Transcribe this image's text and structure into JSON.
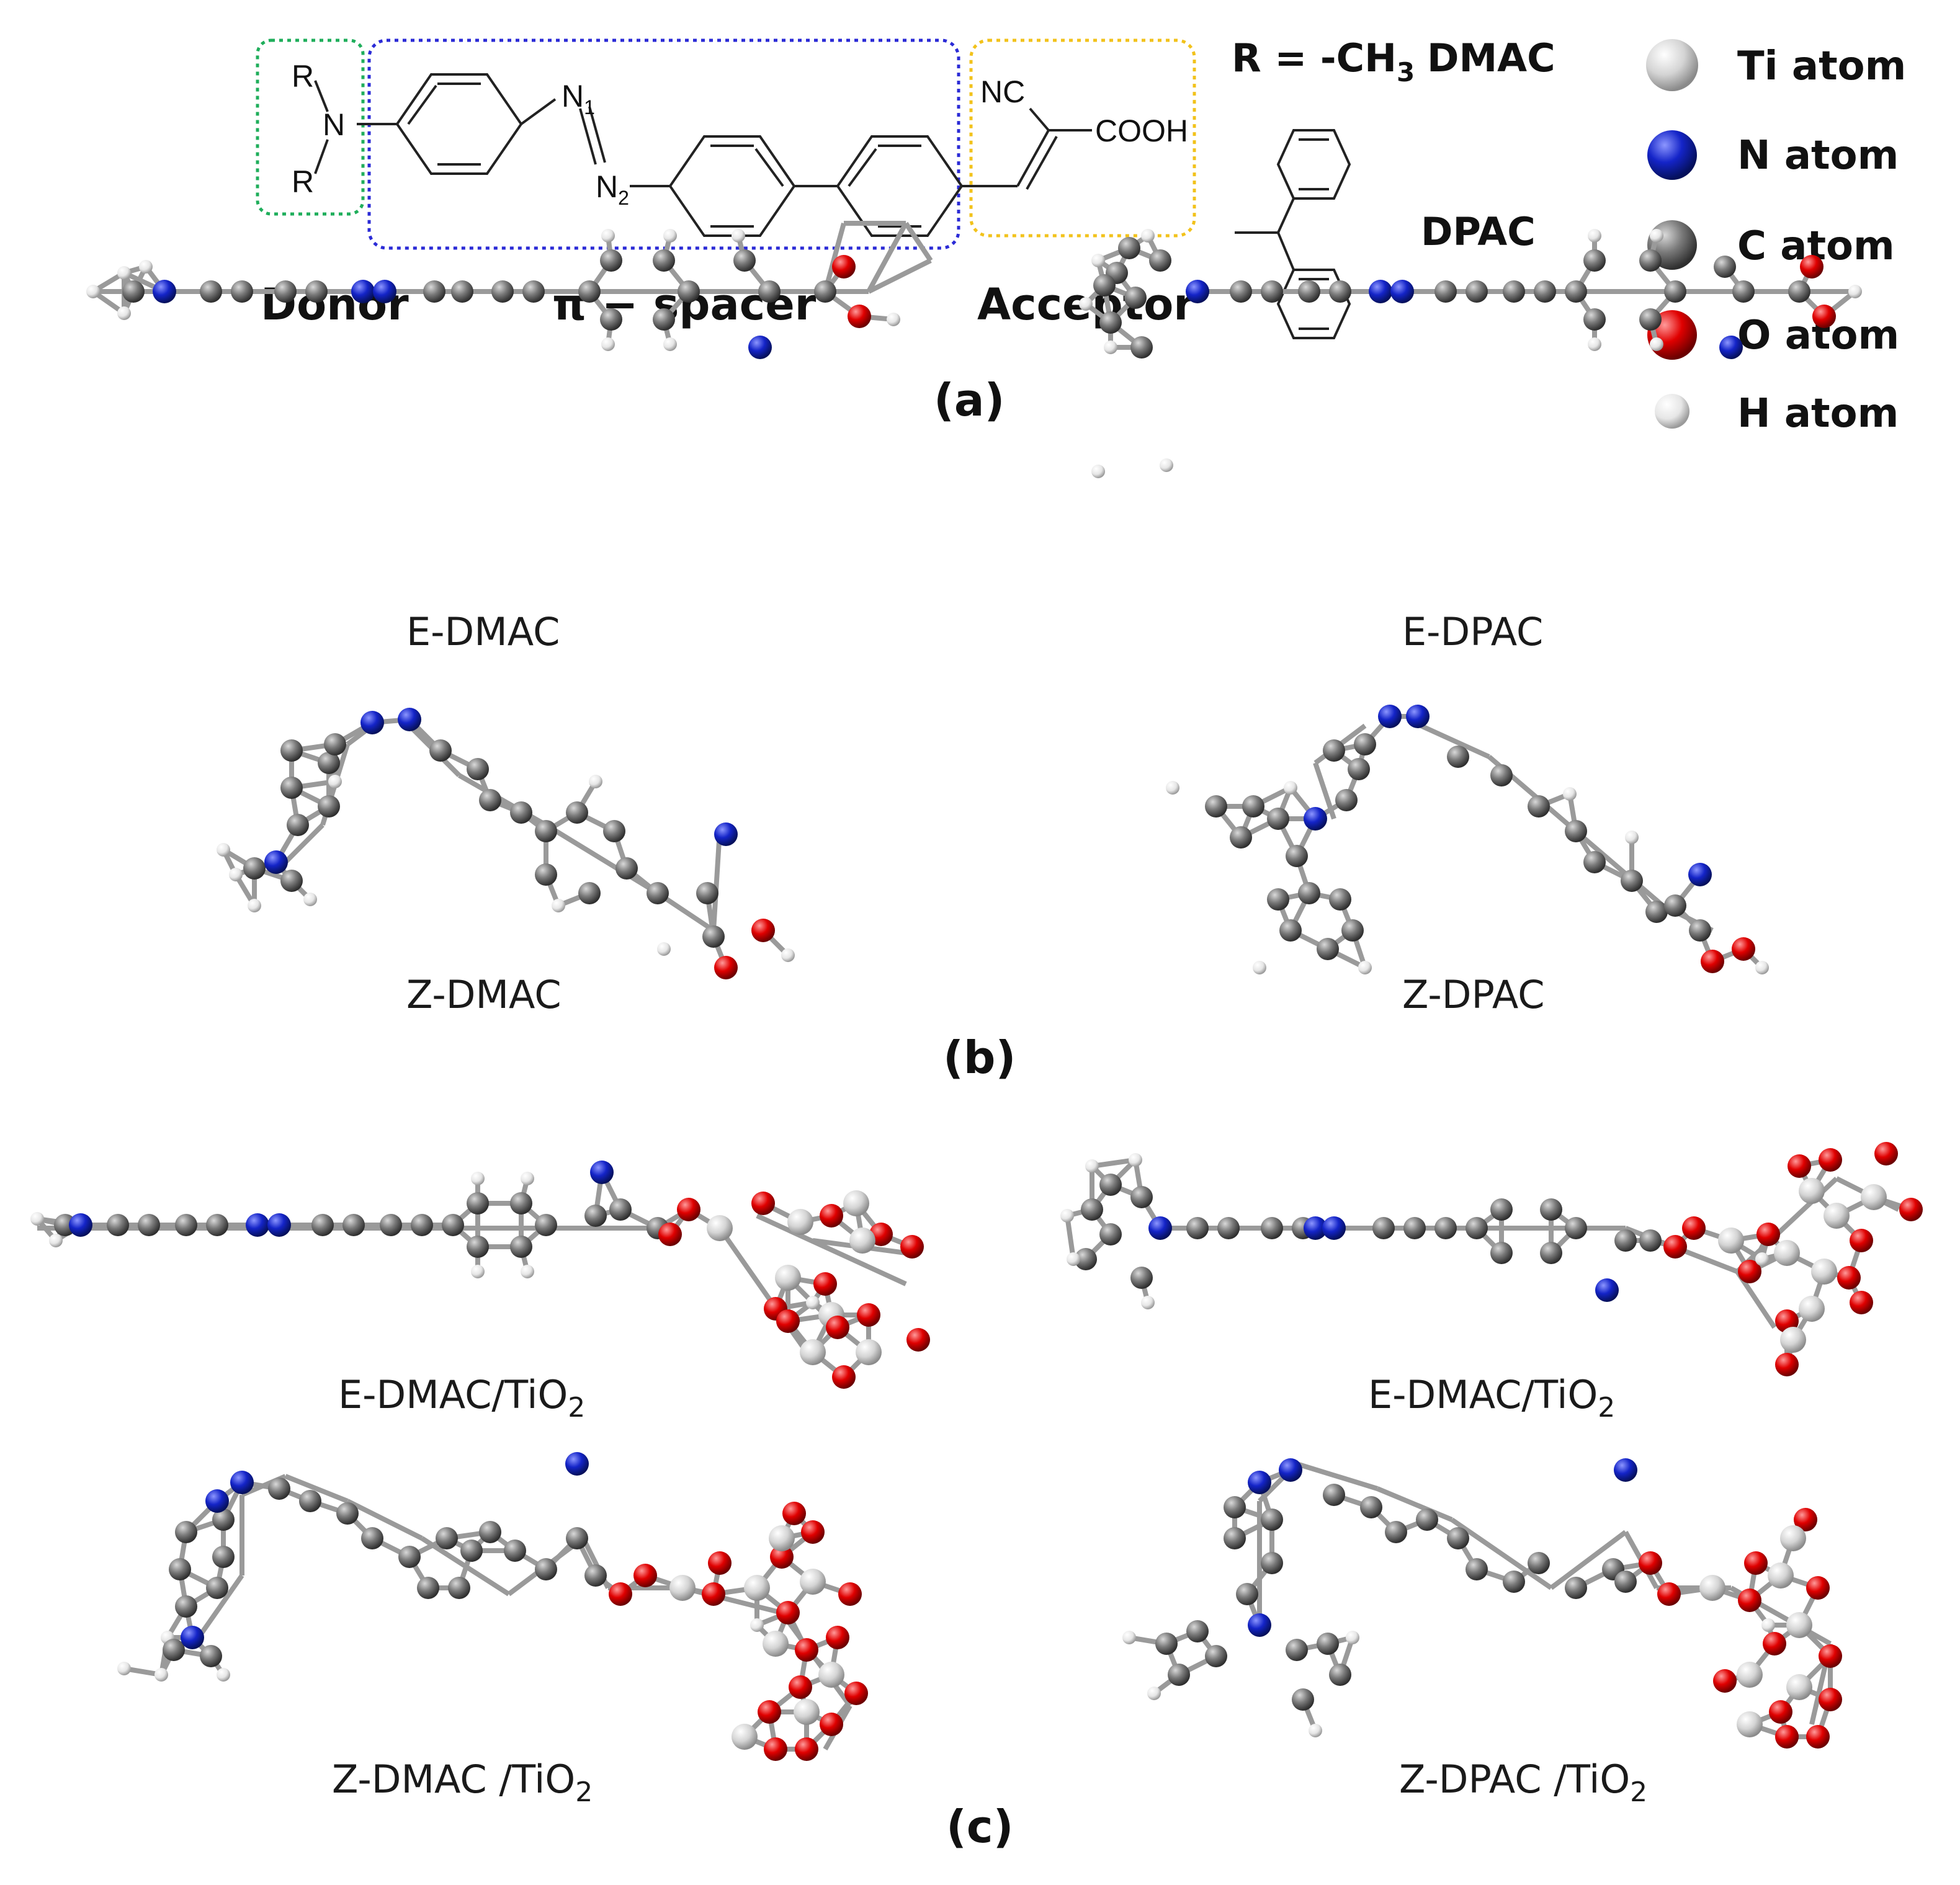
{
  "panel_a": {
    "label": "(a)",
    "donor_label": "Donor",
    "spacer_label": "π − spacer",
    "acceptor_label": "Acceptor",
    "structure_text": {
      "r_top": "R",
      "r_bottom": "R",
      "n": "N",
      "n1": "N",
      "n1_sub": "1",
      "n2": "N",
      "n2_sub": "2",
      "nc": "NC",
      "cooh": "COOH"
    },
    "substituents": {
      "r_def_prefix": "R = -CH",
      "r_def_sub": "3",
      "dmac": "DMAC",
      "dpac": "DPAC"
    },
    "box_colors": {
      "donor": "#1fae5b",
      "spacer": "#2b2bd6",
      "acceptor": "#f2c21b"
    }
  },
  "legend": [
    {
      "label": "Ti atom",
      "color": "#d8d8d8",
      "icon": "ti-atom-icon"
    },
    {
      "label": "N atom",
      "color": "#1424c8",
      "icon": "n-atom-icon"
    },
    {
      "label": "C atom",
      "color": "#7a7a7a",
      "icon": "c-atom-icon"
    },
    {
      "label": "O atom",
      "color": "#e00000",
      "icon": "o-atom-icon"
    },
    {
      "label": "H atom",
      "color": "#e6e6e6",
      "icon": "h-atom-icon"
    }
  ],
  "panel_b": {
    "label": "(b)",
    "structures": [
      "E-DMAC",
      "E-DPAC",
      "Z-DMAC",
      "Z-DPAC"
    ]
  },
  "panel_c": {
    "label": "(c)",
    "structures": [
      {
        "text": "E-DMAC/TiO",
        "sub": "2"
      },
      {
        "text": "E-DMAC/TiO",
        "sub": "2"
      },
      {
        "text": "Z-DMAC /TiO",
        "sub": "2"
      },
      {
        "text": "Z-DPAC /TiO",
        "sub": "2"
      }
    ]
  }
}
